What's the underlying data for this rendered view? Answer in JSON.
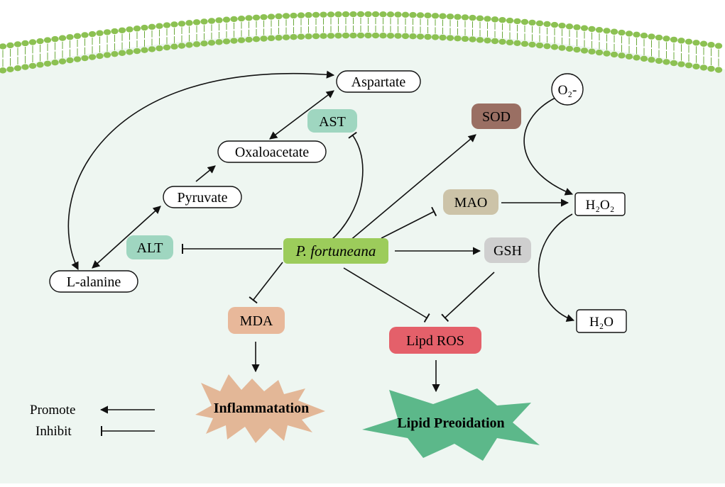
{
  "nodes": {
    "aspartate": "Aspartate",
    "ast": "AST",
    "oxaloacetate": "Oxaloacetate",
    "pyruvate": "Pyruvate",
    "alt": "ALT",
    "l_alanine": "L-alanine",
    "p_fortuneana": "P. fortuneana",
    "sod": "SOD",
    "mao": "MAO",
    "gsh": "GSH",
    "mda": "MDA",
    "lipid_ros": "Lipd ROS",
    "o2": "O₂-",
    "h2o2": "H₂O₂",
    "h2o": "H₂O",
    "inflammation": "Inflammatation",
    "lipid_peroxidation": "Lipid Preoidation"
  },
  "legend": {
    "promote": "Promote",
    "inhibit": "Inhibit"
  },
  "colors": {
    "membrane": "#8cc152",
    "membrane_dark": "#6aa83a",
    "cell_bg": "#eef6f1",
    "ast_alt_fill": "#9fd6c0",
    "p_fortuneana_fill": "#9ccc5b",
    "sod_fill": "#9a6f63",
    "mao_fill": "#ccc3a8",
    "gsh_fill": "#cfcfcf",
    "mda_fill": "#e8b89a",
    "lipid_ros_fill": "#e4606a",
    "inflammation_fill": "#e3b797",
    "lipid_peroxidation_fill": "#5cb88a"
  }
}
